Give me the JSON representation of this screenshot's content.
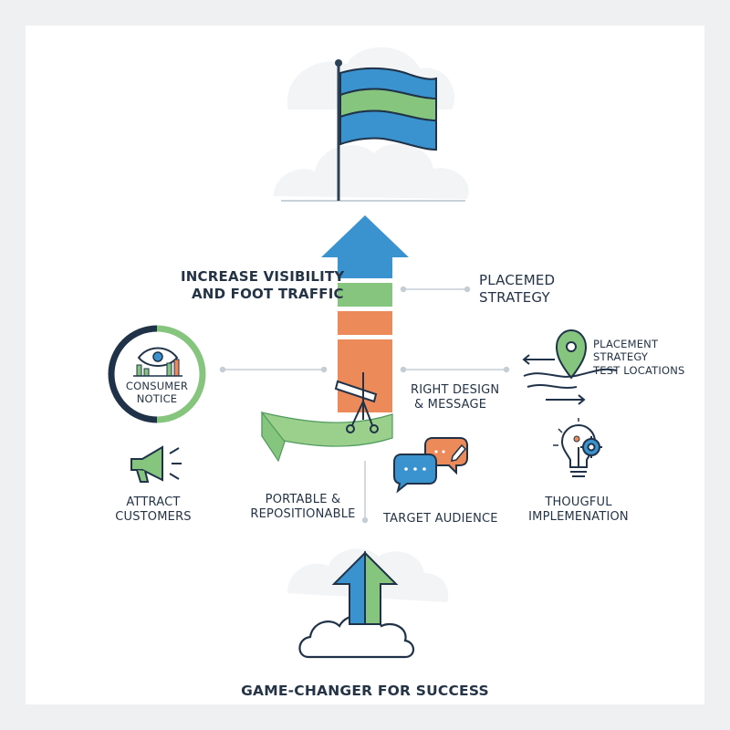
{
  "labels": {
    "visibility_1": "INCREASE VISIBILITY",
    "visibility_2": "AND FOOT TRAFFIC",
    "placemed_1": "PLACEMED",
    "placemed_2": "STRATEGY",
    "consumer_1": "CONSUMER",
    "consumer_2": "NOTICE",
    "placement_1": "PLACEMENT",
    "placement_2": "STRATEGY",
    "placement_3": "TEST LOCATIONS",
    "design_1": "RIGHT DESIGN",
    "design_2": "& MESSAGE",
    "attract_1": "ATTRACT",
    "attract_2": "CUSTOMERS",
    "portable_1": "PORTABLE &",
    "portable_2": "REPOSITIONABLE",
    "target": "TARGET AUDIENCE",
    "thoughtful_1": "THOUGFUL",
    "thoughtful_2": "IMPLEMENATION",
    "bottom_title": "GAME-CHANGER FOR SUCCESS"
  },
  "colors": {
    "blue": "#3a93cf",
    "green": "#86c57e",
    "orange": "#ec8a5a",
    "navy": "#1f3248",
    "text": "#243446"
  },
  "icons": [
    "flag-icon",
    "up-arrow-icon",
    "eye-chart-icon",
    "megaphone-icon",
    "chat-bubbles-icon",
    "map-pin-icon",
    "lightbulb-gear-icon",
    "cloud-upload-icon",
    "signboard-icon"
  ]
}
